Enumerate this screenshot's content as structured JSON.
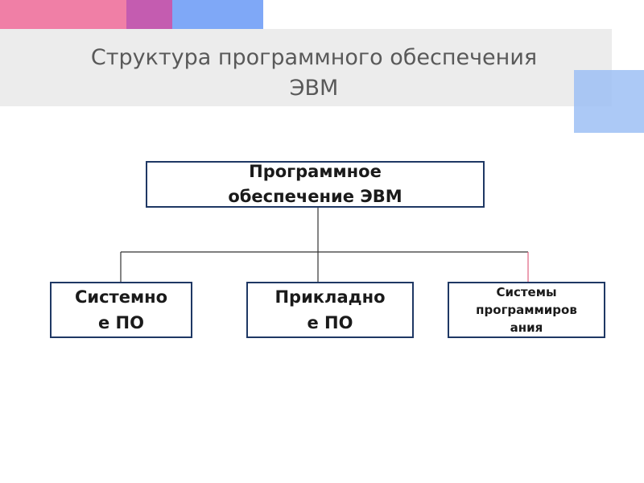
{
  "colors": {
    "deco_pink": "#f07fa6",
    "deco_magenta": "#c45cb0",
    "deco_blue": "#7fa8f7",
    "title_band": "#ececec",
    "deco_square": "#9ec0f5",
    "box_border": "#1f3864",
    "connector": "#333333",
    "connector_accent": "#e0607e"
  },
  "title": "Структура программного обеспечения\nЭВМ",
  "diagram": {
    "root": "Программное\nобеспечение ЭВМ",
    "children": [
      "Системно\nе ПО",
      "Прикладно\nе ПО",
      "Системы\nпрограммиров\nания"
    ]
  }
}
